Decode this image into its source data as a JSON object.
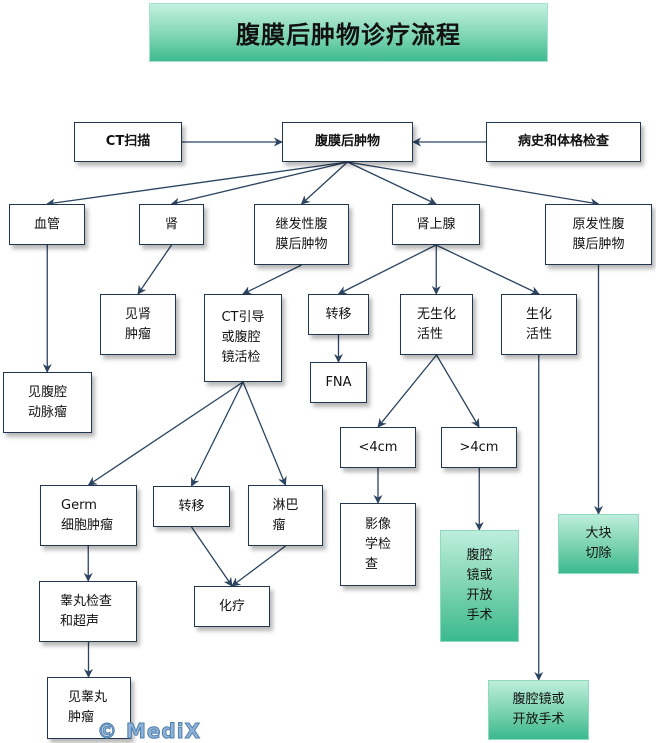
{
  "title": "腹膜后肿物诊疗流程",
  "colors": {
    "box_border": "#22364f",
    "edge": "#2c4460",
    "green_top": "#c4f0e0",
    "green_bottom": "#3fba90"
  },
  "nodes": {
    "ct_scan": "CT扫描",
    "retroperitoneal_mass": "腹膜后肿物",
    "history_exam": "病史和体格检查",
    "vascular": "血管",
    "kidney": "肾",
    "secondary_mass": "继发性腹\n膜后肿物",
    "adrenal": "肾上腺",
    "primary_mass": "原发性腹\n膜后肿物",
    "renal_tumor": "见肾\n肿瘤",
    "ct_guided_biopsy": "CT引导\n或腹腔\n镜活检",
    "adrenal_metastasis": "转移",
    "nonfunctional": "无生化\n活性",
    "functional": "生化\n活性",
    "aortic_aneurysm": "见腹腔\n动脉瘤",
    "fna": "FNA",
    "lt_4cm": "<4cm",
    "gt_4cm": ">4cm",
    "germ_cell": "Germ\n细胞肿瘤",
    "biopsy_metastasis": "转移",
    "lymphoma": "淋巴\n瘤",
    "imaging_exam": "影像\n学检\n查",
    "lap_or_open_surgery_a": "腹腔\n镜或\n开放\n手术",
    "debulking": "大块\n切除",
    "testis_exam": "睾丸检查\n和超声",
    "chemotherapy": "化疗",
    "testicular_tumor": "见睾丸\n肿瘤",
    "lap_or_open_surgery_b": "腹腔镜或\n开放手术"
  },
  "edges": [
    [
      "ct_scan",
      "retroperitoneal_mass"
    ],
    [
      "history_exam",
      "retroperitoneal_mass"
    ],
    [
      "retroperitoneal_mass",
      "vascular"
    ],
    [
      "retroperitoneal_mass",
      "kidney"
    ],
    [
      "retroperitoneal_mass",
      "secondary_mass"
    ],
    [
      "retroperitoneal_mass",
      "adrenal"
    ],
    [
      "retroperitoneal_mass",
      "primary_mass"
    ],
    [
      "vascular",
      "aortic_aneurysm"
    ],
    [
      "kidney",
      "renal_tumor"
    ],
    [
      "secondary_mass",
      "ct_guided_biopsy"
    ],
    [
      "adrenal",
      "adrenal_metastasis"
    ],
    [
      "adrenal",
      "nonfunctional"
    ],
    [
      "adrenal",
      "functional"
    ],
    [
      "adrenal_metastasis",
      "fna"
    ],
    [
      "nonfunctional",
      "lt_4cm"
    ],
    [
      "nonfunctional",
      "gt_4cm"
    ],
    [
      "lt_4cm",
      "imaging_exam"
    ],
    [
      "gt_4cm",
      "lap_or_open_surgery_a"
    ],
    [
      "functional",
      "lap_or_open_surgery_b"
    ],
    [
      "primary_mass",
      "debulking"
    ],
    [
      "ct_guided_biopsy",
      "germ_cell"
    ],
    [
      "ct_guided_biopsy",
      "biopsy_metastasis"
    ],
    [
      "ct_guided_biopsy",
      "lymphoma"
    ],
    [
      "germ_cell",
      "testis_exam"
    ],
    [
      "testis_exam",
      "testicular_tumor"
    ],
    [
      "biopsy_metastasis",
      "chemotherapy"
    ],
    [
      "lymphoma",
      "chemotherapy"
    ]
  ],
  "watermark": "© MediX"
}
